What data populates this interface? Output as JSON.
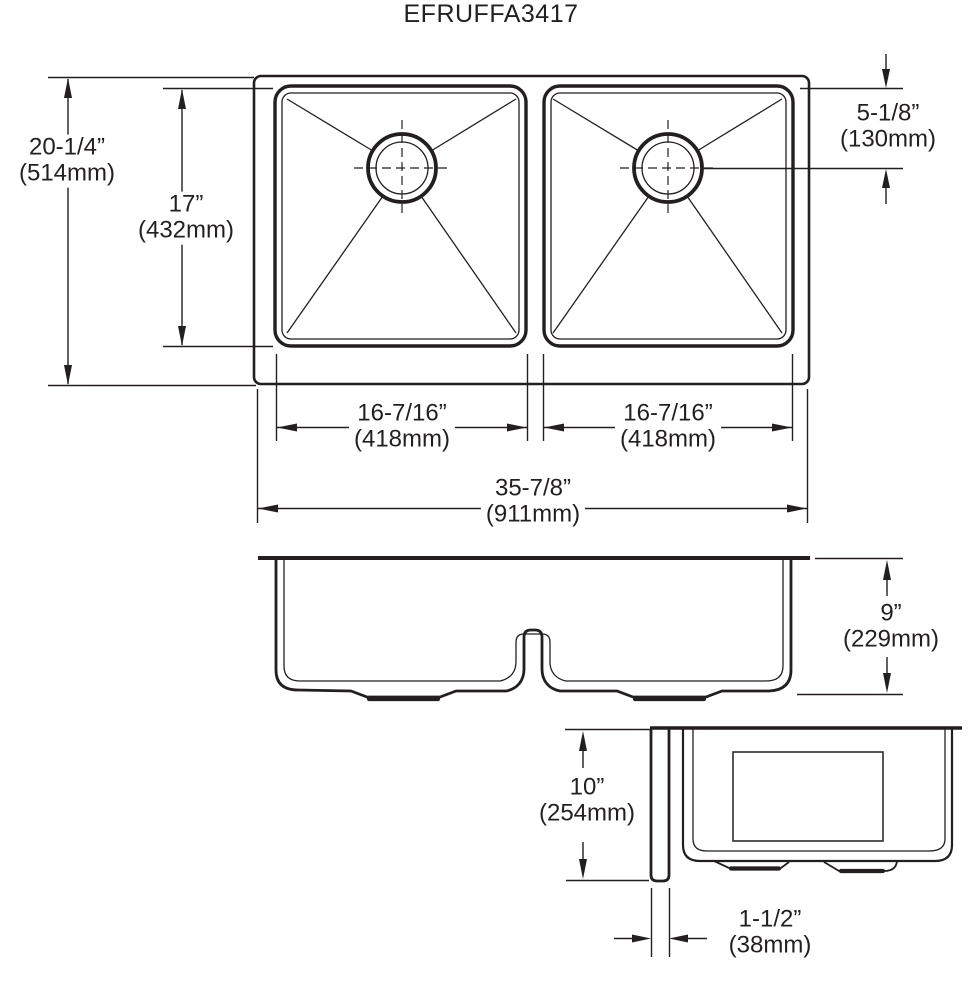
{
  "title": "EFRUFFA3417",
  "dims": {
    "overall_front_back": {
      "in": "20-1/4”",
      "mm": "(514mm)"
    },
    "bowl_front_back": {
      "in": "17”",
      "mm": "(432mm)"
    },
    "drain_offset": {
      "in": "5-1/8”",
      "mm": "(130mm)"
    },
    "left_bowl_width": {
      "in": "16-7/16”",
      "mm": "(418mm)"
    },
    "right_bowl_width": {
      "in": "16-7/16”",
      "mm": "(418mm)"
    },
    "overall_width": {
      "in": "35-7/8”",
      "mm": "(911mm)"
    },
    "bowl_depth": {
      "in": "9”",
      "mm": "(229mm)"
    },
    "apron_height": {
      "in": "10”",
      "mm": "(254mm)"
    },
    "apron_thickness": {
      "in": "1-1/2”",
      "mm": "(38mm)"
    }
  },
  "colors": {
    "line": "#231f20",
    "background": "#ffffff"
  }
}
